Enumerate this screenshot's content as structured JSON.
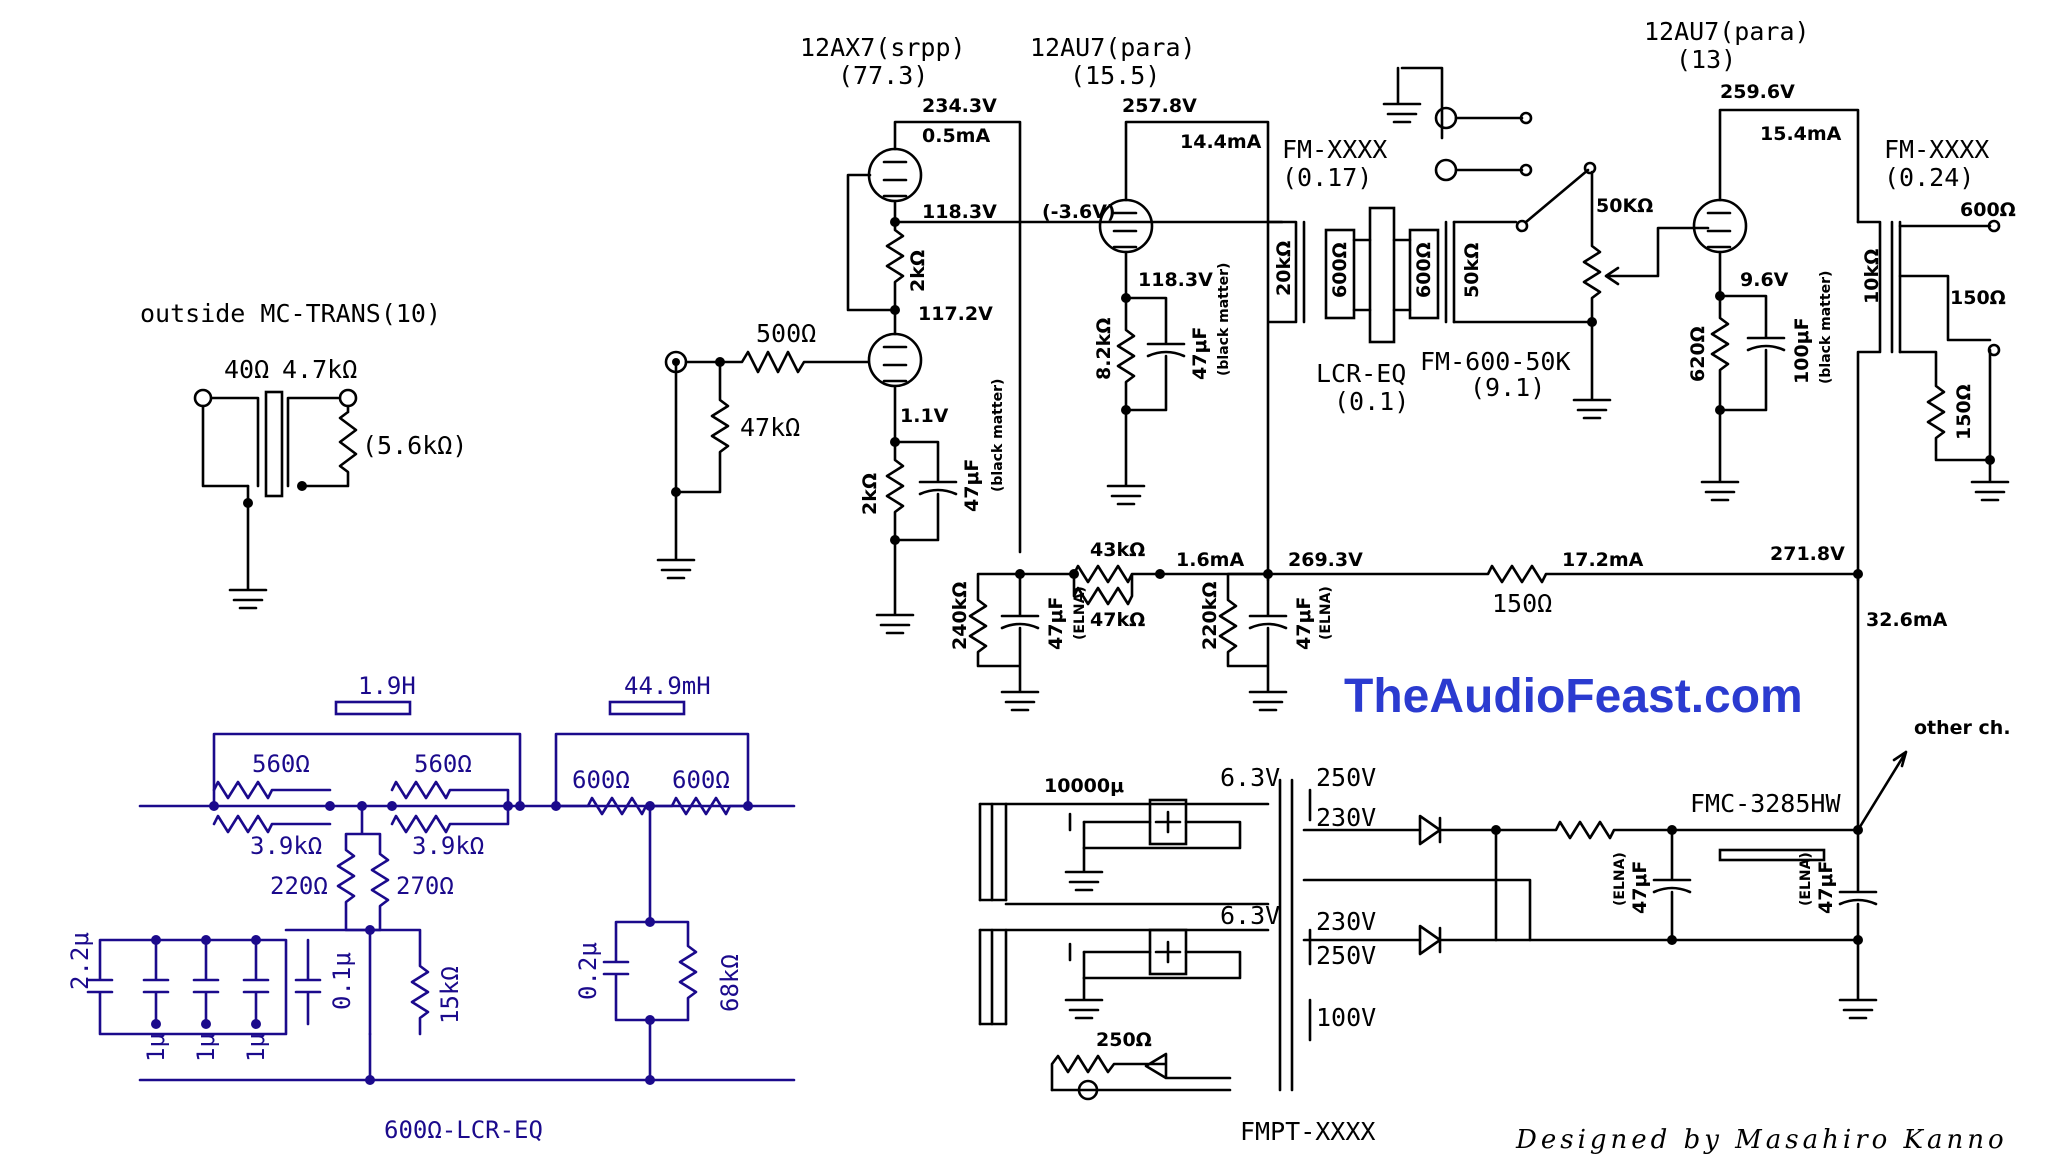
{
  "watermark": "TheAudioFeast.com",
  "credit": "Designed by Masahiro Kanno",
  "mc_trans": {
    "title": "outside MC-TRANS(10)",
    "primary": "40Ω",
    "secondary": "4.7kΩ",
    "load": "(5.6kΩ)"
  },
  "stage1": {
    "tube": "12AX7(srpp)",
    "gain": "(77.3)",
    "plate_v": "234.3V",
    "current": "0.5mA",
    "mid_v": "118.3V",
    "lower_plate_v": "117.2V",
    "cathode_v": "1.1V",
    "r_mid": "2kΩ",
    "r_cathode": "2kΩ",
    "cap_cathode": "47μF",
    "cap_note": "(black matter)",
    "r_grid_series": "500Ω",
    "r_grid_leak": "47kΩ"
  },
  "stage2": {
    "tube": "12AU7(para)",
    "gain": "(15.5)",
    "plate_v": "257.8V",
    "current": "14.4mA",
    "grid_v": "(-3.6V)",
    "cathode_v": "118.3V",
    "r_cathode": "8.2kΩ",
    "cap_cathode": "47μF",
    "cap_note": "(black matter)"
  },
  "trans1": {
    "name": "FM-XXXX",
    "ratio": "(0.17)",
    "r_in": "20kΩ"
  },
  "lcr": {
    "r_in": "600Ω",
    "r_out": "600Ω",
    "label": "LCR-EQ",
    "gain": "(0.1)"
  },
  "trans2": {
    "r_in": "50kΩ",
    "name": "FM-600-50K",
    "gain": "(9.1)"
  },
  "volume": "50KΩ",
  "stage3": {
    "tube": "12AU7(para)",
    "gain": "(13)",
    "plate_v": "259.6V",
    "current": "15.4mA",
    "cathode_v": "9.6V",
    "r_cathode": "620Ω",
    "cap_cathode": "100μF",
    "cap_note": "(black matter)"
  },
  "out_trans": {
    "name": "FM-XXXX",
    "ratio": "(0.24)",
    "r_in": "10kΩ",
    "tap_600": "600Ω",
    "tap_150": "150Ω",
    "load": "150Ω"
  },
  "supply": {
    "r_drop1_a": "43kΩ",
    "r_drop1_b": "47kΩ",
    "current_1": "1.6mA",
    "node_v1": "269.3V",
    "r_drop2": "150Ω",
    "current_2": "17.2mA",
    "node_v2": "271.8V",
    "current_total": "32.6mA",
    "r_bleed1": "240kΩ",
    "r_bleed2": "220kΩ",
    "cap1": "47μF",
    "cap1_type": "(ELNA)",
    "cap2": "47μF",
    "cap2_type": "(ELNA)"
  },
  "power": {
    "heater_cap": "10000μ",
    "heater_v1": "6.3V",
    "heater_v2": "6.3V",
    "tap_250a": "250V",
    "tap_230a": "230V",
    "tap_230b": "230V",
    "tap_250b": "250V",
    "tap_100": "100V",
    "r_pilot": "250Ω",
    "transformer": "FMPT-XXXX",
    "choke": "FMC-3285HW",
    "cap_a": "47μF",
    "cap_a_type": "(ELNA)",
    "cap_b": "47μF",
    "cap_b_type": "(ELNA)",
    "other_ch": "other ch."
  },
  "lcr_eq": {
    "title": "600Ω-LCR-EQ",
    "l1": "1.9H",
    "l2": "44.9mH",
    "r560a": "560Ω",
    "r560b": "560Ω",
    "r39a": "3.9kΩ",
    "r39b": "3.9kΩ",
    "r600a": "600Ω",
    "r600b": "600Ω",
    "r220": "220Ω",
    "r270": "270Ω",
    "c22": "2.2μ",
    "c1a": "1μ",
    "c1b": "1μ",
    "c1c": "1μ",
    "c01": "0.1μ",
    "r15k": "15kΩ",
    "c02": "0.2μ",
    "r68k": "68kΩ"
  }
}
